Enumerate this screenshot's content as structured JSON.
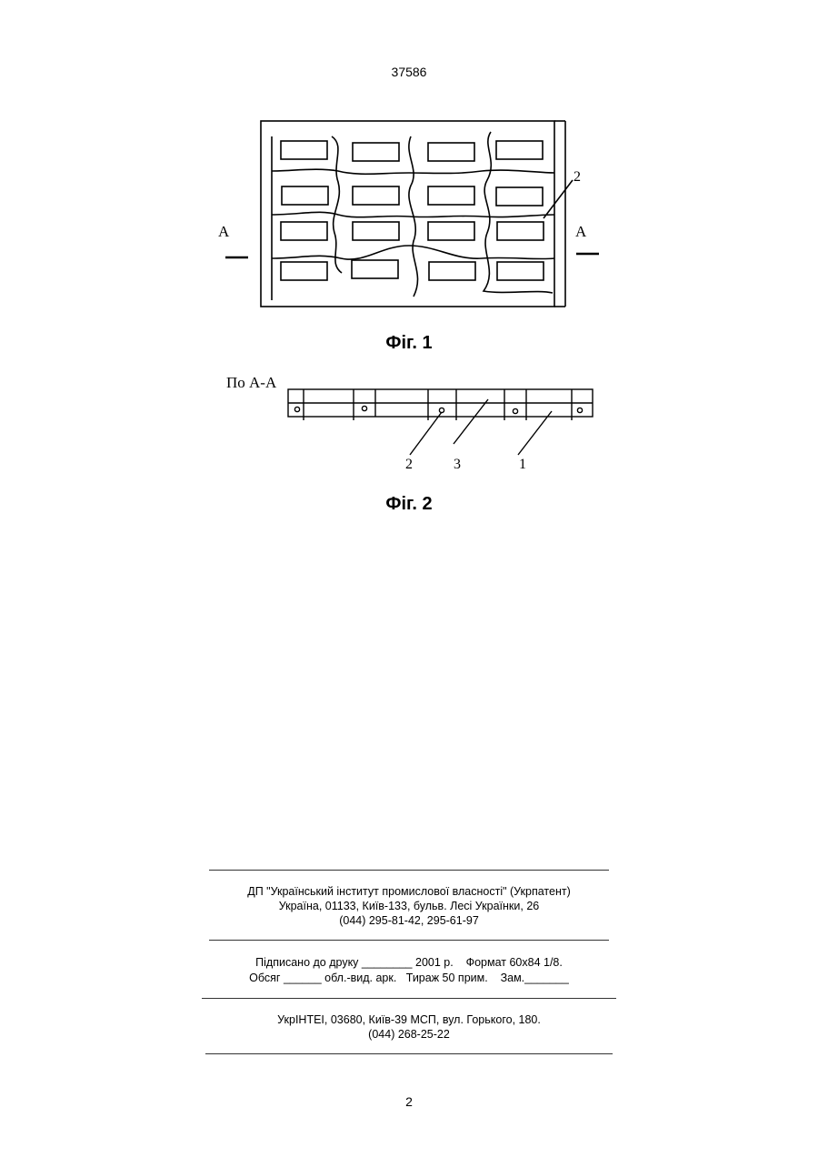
{
  "header": {
    "page_number_top": "37586"
  },
  "figure1": {
    "caption": "Фіг. 1",
    "section_mark_left": "A",
    "section_mark_right": "A",
    "callout_2": "2"
  },
  "figure2": {
    "caption": "Фіг. 2",
    "section_label": "По А-А",
    "callout_2": "2",
    "callout_3": "3",
    "callout_1": "1"
  },
  "footer": {
    "publisher_line1": "ДП \"Український інститут промислової власності\" (Укрпатент)",
    "publisher_line2": "Україна, 01133, Київ-133, бульв. Лесі Українки, 26",
    "publisher_line3": "(044) 295-81-42, 295-61-97",
    "print_line1": "Підписано до друку ________ 2001 р.    Формат 60х84 1/8.",
    "print_line2": "Обсяг ______ обл.-вид. арк.   Тираж 50 прим.    Зам._______",
    "printer_line1": "УкрІНТЕІ, 03680, Київ-39 МСП, вул. Горького, 180.",
    "printer_line2": "(044) 268-25-22"
  },
  "page_number_bottom": "2"
}
